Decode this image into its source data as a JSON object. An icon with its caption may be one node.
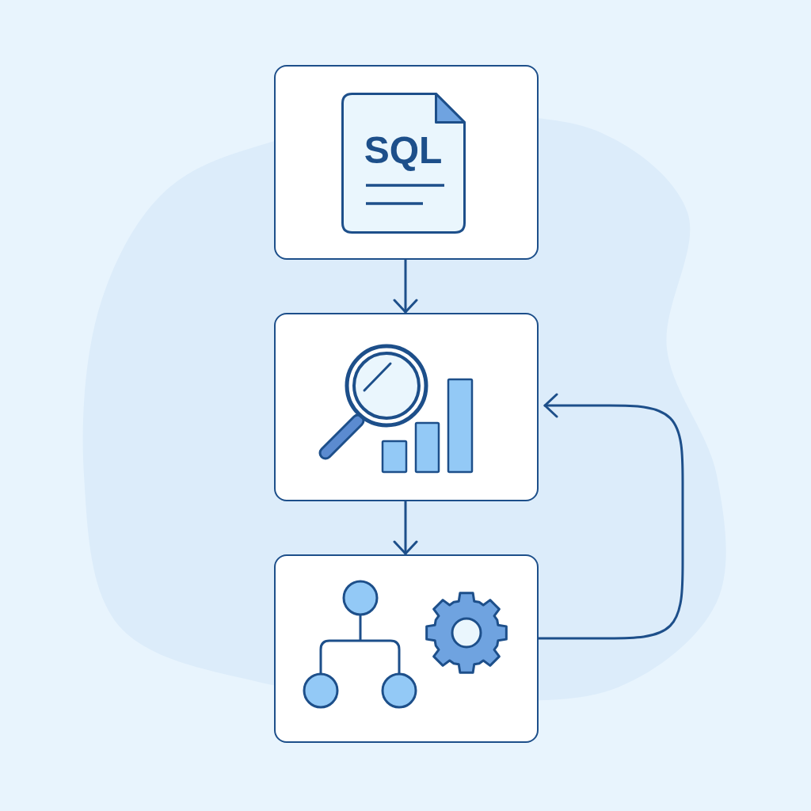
{
  "diagram": {
    "nodes": [
      {
        "text": [],
        "shape": "box"
      },
      {
        "text": [
          "SQL"
        ],
        "in": 0
      },
      {
        "text": [],
        "shape": "box"
      },
      {
        "text": [],
        "shape": "box"
      }
    ],
    "edges": [
      {
        "from": 0,
        "to": 2,
        "arrow": "to"
      },
      {
        "from": 2,
        "to": 3,
        "arrow": "to"
      },
      {
        "from": 3,
        "to": 2,
        "arrow": "to"
      }
    ]
  }
}
